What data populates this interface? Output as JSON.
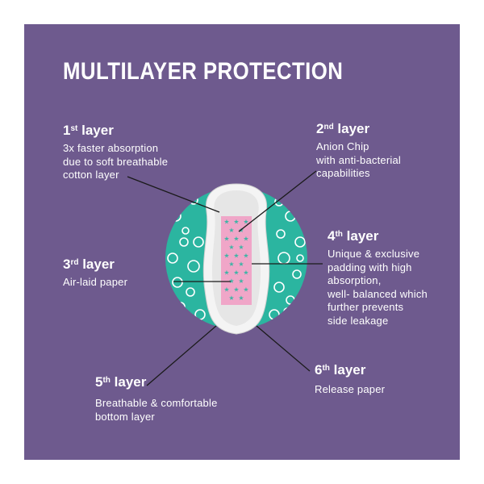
{
  "title": "MULTILAYER PROTECTION",
  "colors": {
    "background": "#6e5a8e",
    "circle": "#2bb5a0",
    "pad": "#e6e6e6",
    "core": "#f0a6c8",
    "stars": "#3fb4a6",
    "text": "#ffffff"
  },
  "layers": [
    {
      "num": "1",
      "suffix": "st",
      "word": "layer",
      "desc": [
        "3x faster absorption",
        "due to soft breathable",
        "cotton layer"
      ]
    },
    {
      "num": "2",
      "suffix": "nd",
      "word": "layer",
      "desc": [
        "Anion Chip",
        "with anti-bacterial",
        "capabilities"
      ]
    },
    {
      "num": "3",
      "suffix": "rd",
      "word": "layer",
      "desc": [
        "Air-laid paper"
      ]
    },
    {
      "num": "4",
      "suffix": "th",
      "word": "layer",
      "desc": [
        "Unique & exclusive",
        "padding with high",
        "absorption,",
        "well- balanced which",
        "further prevents",
        "side leakage"
      ]
    },
    {
      "num": "5",
      "suffix": "th",
      "word": "layer",
      "desc": [
        "Breathable & comfortable",
        "bottom layer"
      ]
    },
    {
      "num": "6",
      "suffix": "th",
      "word": "layer",
      "desc": [
        "Release paper"
      ]
    }
  ]
}
